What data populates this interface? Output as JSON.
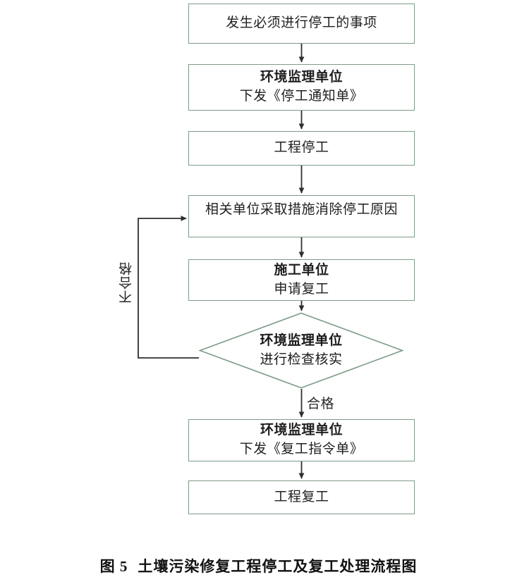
{
  "figure": {
    "caption_prefix": "图 5",
    "caption_title": "土壤污染修复工程停工及复工处理流程图"
  },
  "theme": {
    "node_border": "#7d9b86",
    "node_fill": "#ffffff",
    "connector": "#3a3a3a",
    "text": "#1f1f1f",
    "background": "#ffffff"
  },
  "nodes": [
    {
      "id": "trigger-event",
      "shape": "process",
      "lines": [
        {
          "text": "发生必须进行停工的事项",
          "bold": false
        }
      ]
    },
    {
      "id": "issue-stop-notice",
      "shape": "process",
      "lines": [
        {
          "text": "环境监理单位",
          "bold": true
        },
        {
          "text": "下发《停工通知单》",
          "bold": false
        }
      ]
    },
    {
      "id": "project-stopped",
      "shape": "process",
      "lines": [
        {
          "text": "工程停工",
          "bold": false
        }
      ]
    },
    {
      "id": "eliminate-cause",
      "shape": "process-wrap",
      "lines": [
        {
          "text": "相关单位采取措施消除停工原因",
          "bold": false
        }
      ]
    },
    {
      "id": "apply-resume",
      "shape": "process",
      "lines": [
        {
          "text": "施工单位",
          "bold": true
        },
        {
          "text": "申请复工",
          "bold": false
        }
      ]
    },
    {
      "id": "inspection-check",
      "shape": "decision",
      "lines": [
        {
          "text": "环境监理单位",
          "bold": true
        },
        {
          "text": "进行检查核实",
          "bold": false
        }
      ]
    },
    {
      "id": "issue-resume-order",
      "shape": "process",
      "lines": [
        {
          "text": "环境监理单位",
          "bold": true
        },
        {
          "text": "下发《复工指令单》",
          "bold": false
        }
      ]
    },
    {
      "id": "project-resumed",
      "shape": "process",
      "lines": [
        {
          "text": "工程复工",
          "bold": false
        }
      ]
    }
  ],
  "edge_labels": {
    "fail": "不合格",
    "pass": "合格"
  }
}
